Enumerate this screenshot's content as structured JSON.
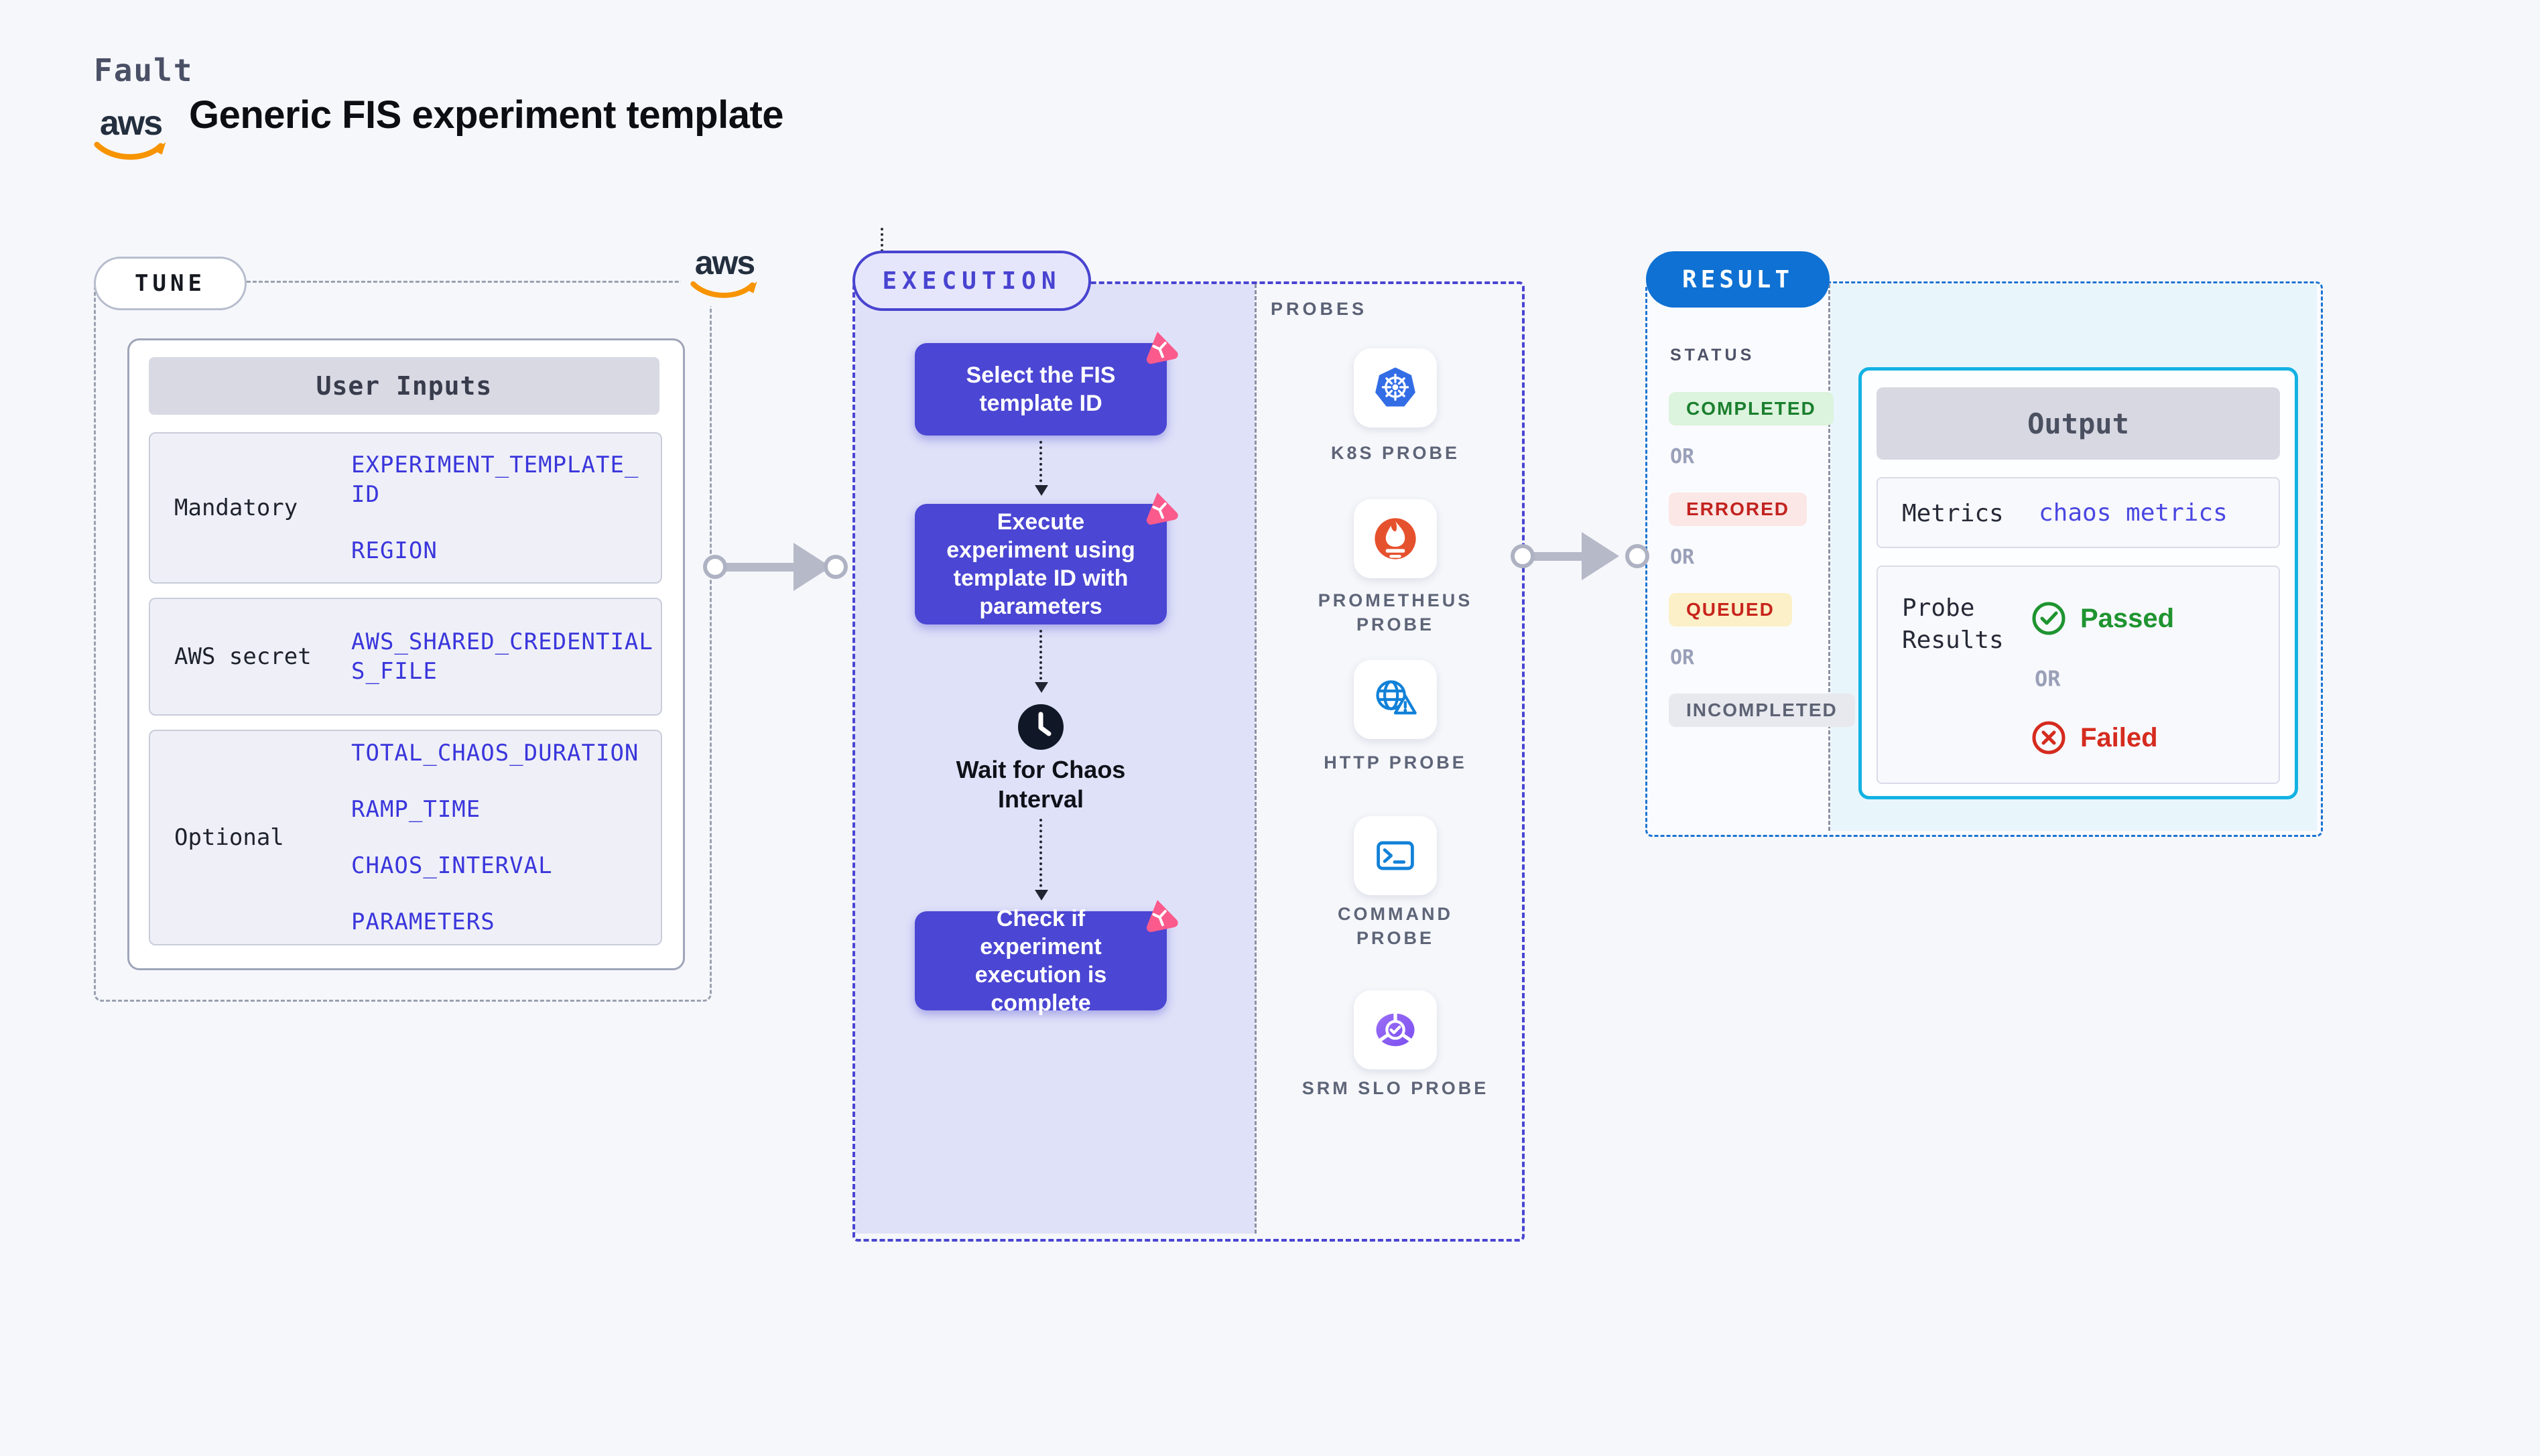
{
  "header": {
    "brand": "Fault",
    "aws_logo": "aws",
    "title": "Generic FIS experiment template"
  },
  "tune": {
    "badge": "TUNE",
    "aws_logo": "aws",
    "table_header": "User Inputs",
    "rows": [
      {
        "label": "Mandatory",
        "values": [
          "EXPERIMENT_TEMPLATE_ID",
          "REGION"
        ]
      },
      {
        "label": "AWS secret",
        "values": [
          "AWS_SHARED_CREDENTIALS_FILE"
        ]
      },
      {
        "label": "Optional",
        "values": [
          "TOTAL_CHAOS_DURATION",
          "RAMP_TIME",
          "CHAOS_INTERVAL",
          "PARAMETERS"
        ]
      }
    ]
  },
  "execution": {
    "badge": "EXECUTION",
    "step1": "Select the FIS template ID",
    "step2": "Execute experiment using template ID with parameters",
    "wait": "Wait for Chaos Interval",
    "step3": "Check if experiment execution is complete"
  },
  "probes": {
    "title": "PROBES",
    "items": [
      "K8S PROBE",
      "PROMETHEUS PROBE",
      "HTTP PROBE",
      "COMMAND PROBE",
      "SRM SLO PROBE"
    ]
  },
  "result": {
    "badge": "RESULT",
    "status_title": "STATUS",
    "or": "OR",
    "statuses": [
      "COMPLETED",
      "ERRORED",
      "QUEUED",
      "INCOMPLETED"
    ],
    "output": {
      "title": "Output",
      "metrics_label": "Metrics",
      "metrics_value": "chaos metrics",
      "probe_results_label": "Probe Results",
      "passed": "Passed",
      "failed": "Failed"
    }
  },
  "colors": {
    "indigo": "#4B46D3",
    "lavender": "#DFE1F8",
    "result_blue": "#0E71D3",
    "output_cyan": "#12B2E2",
    "passed_green": "#1F9430",
    "failed_red": "#D52B1E",
    "queued_bg": "#FCF0C9",
    "pink_chaos": "#FB5A8C",
    "aws_orange": "#F79400",
    "k8s_blue": "#326DE6",
    "prometheus_orange": "#E6512D",
    "srm_purple": "#8B5CF6"
  }
}
